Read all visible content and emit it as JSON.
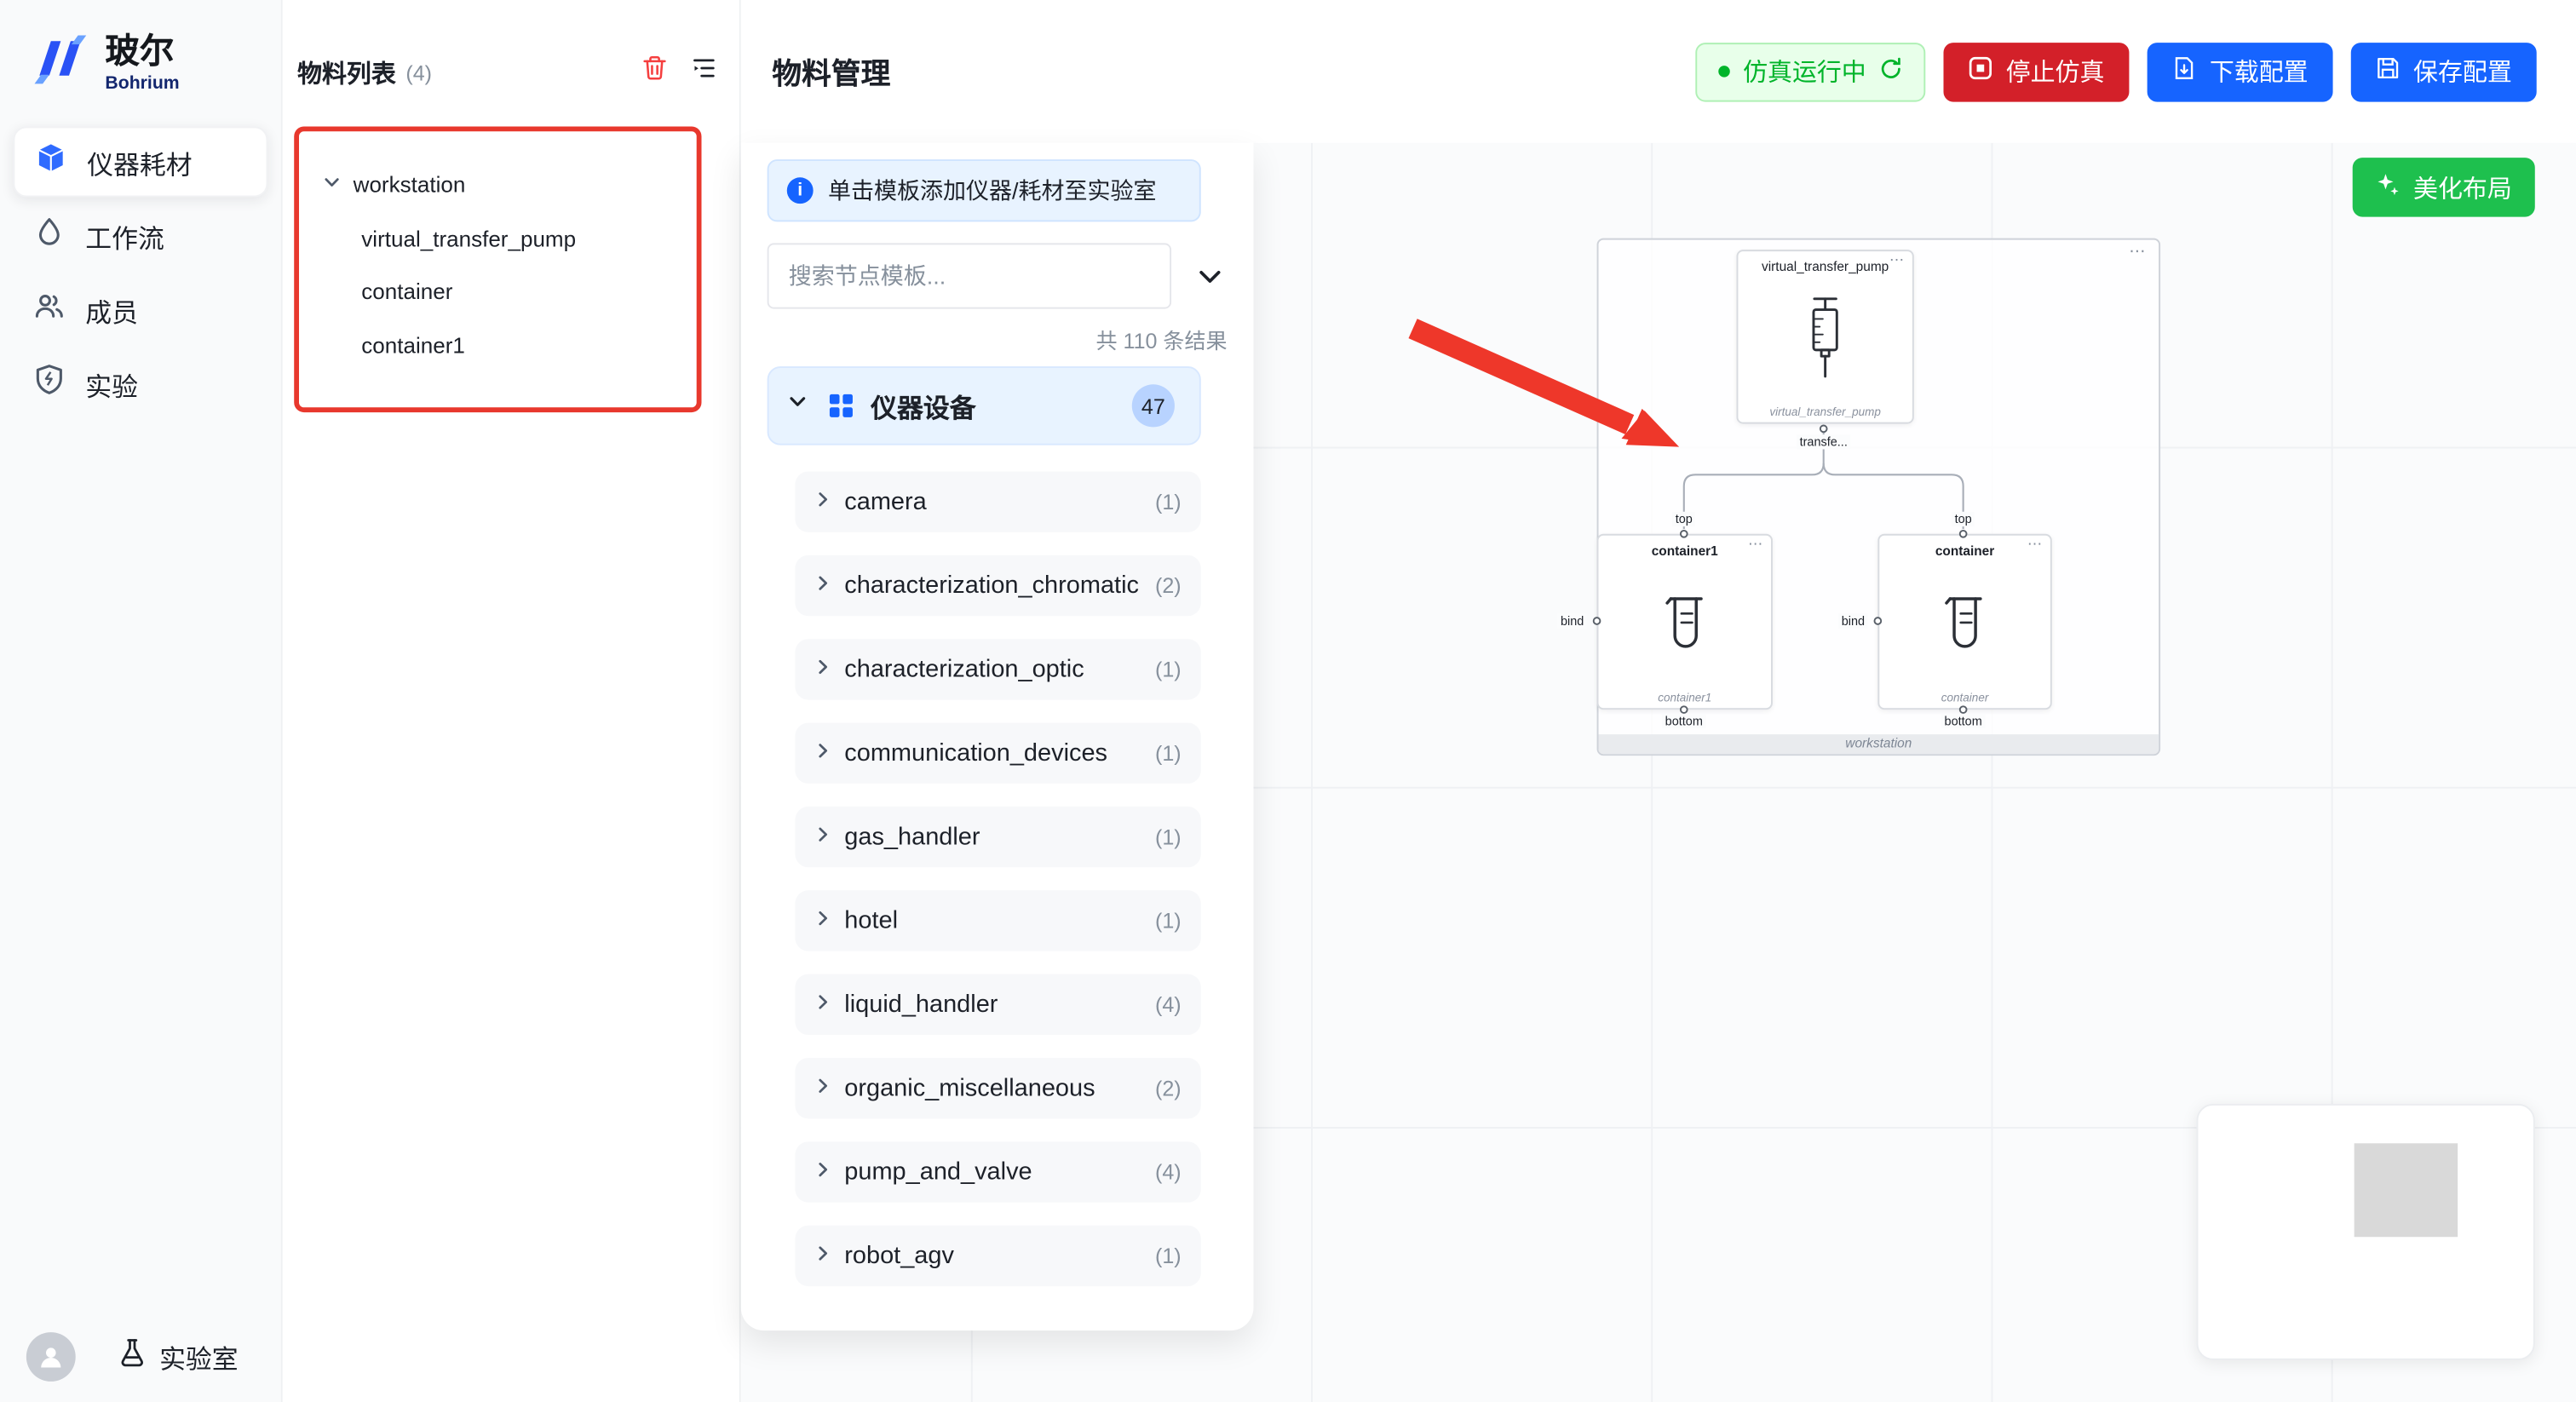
{
  "sidebar": {
    "logo_title": "玻尔",
    "logo_subtitle": "Bohrium",
    "items": [
      {
        "label": "仪器耗材"
      },
      {
        "label": "工作流"
      },
      {
        "label": "成员"
      },
      {
        "label": "实验"
      }
    ],
    "footer_label": "实验室"
  },
  "material_panel": {
    "title": "物料列表",
    "count": "(4)",
    "tree_root": "workstation",
    "tree_children": [
      "virtual_transfer_pump",
      "container",
      "container1"
    ]
  },
  "header": {
    "title": "物料管理",
    "status_label": "仿真运行中",
    "stop_label": "停止仿真",
    "download_label": "下载配置",
    "save_label": "保存配置"
  },
  "template_panel": {
    "banner": "单击模板添加仪器/耗材至实验室",
    "search_placeholder": "搜索节点模板...",
    "results_summary": "共 110 条结果",
    "category_label": "仪器设备",
    "category_count": "47",
    "items": [
      {
        "label": "camera",
        "count": "(1)"
      },
      {
        "label": "characterization_chromatic",
        "count": "(2)"
      },
      {
        "label": "characterization_optic",
        "count": "(1)"
      },
      {
        "label": "communication_devices",
        "count": "(1)"
      },
      {
        "label": "gas_handler",
        "count": "(1)"
      },
      {
        "label": "hotel",
        "count": "(1)"
      },
      {
        "label": "liquid_handler",
        "count": "(4)"
      },
      {
        "label": "organic_miscellaneous",
        "count": "(2)"
      },
      {
        "label": "pump_and_valve",
        "count": "(4)"
      },
      {
        "label": "robot_agv",
        "count": "(1)"
      }
    ]
  },
  "canvas": {
    "beautify_label": "美化布局",
    "group_label": "workstation",
    "menu_dots": "⋯",
    "pump_title": "virtual_transfer_pump",
    "pump_subtitle": "virtual_transfer_pump",
    "edge_label": "transfe...",
    "container1_title": "container1",
    "container1_subtitle": "container1",
    "container_title": "container",
    "container_subtitle": "container",
    "port_labels": {
      "top": "top",
      "bind": "bind",
      "bottom": "bottom"
    }
  },
  "colors": {
    "primary_blue": "#1664ff",
    "danger_red": "#d32029",
    "success_green": "#00b42a",
    "beautify_green": "#1ec04e",
    "annotation_red": "#ee372a"
  }
}
